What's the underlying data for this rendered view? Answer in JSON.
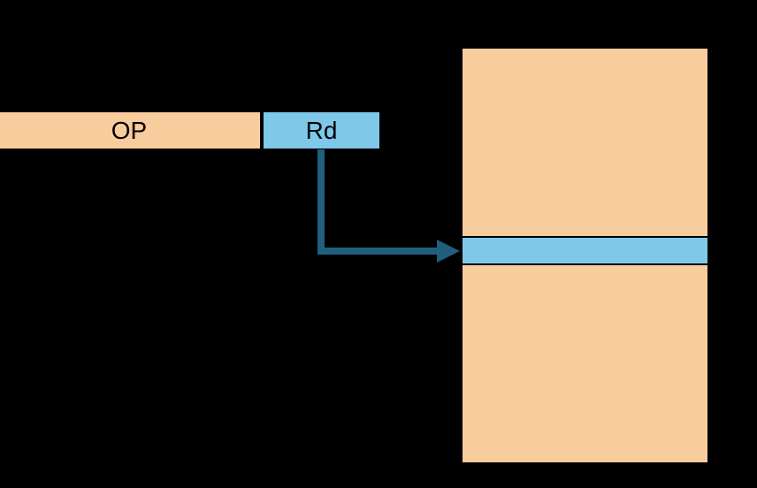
{
  "diagram": {
    "title": "instruction-register-addressing",
    "instruction": {
      "fields": [
        {
          "name": "opcode",
          "label": "OP"
        },
        {
          "name": "destination-register",
          "label": "Rd"
        }
      ]
    },
    "register_file": {
      "rows_shown": 3,
      "selected_row_index": 1
    }
  },
  "colors": {
    "background": "#000000",
    "field_peach": "#F9CC9E",
    "field_blue": "#7EC9E9",
    "shape_border": "#000000",
    "arrow": "#1F5F7D",
    "label_text": "#000000"
  }
}
